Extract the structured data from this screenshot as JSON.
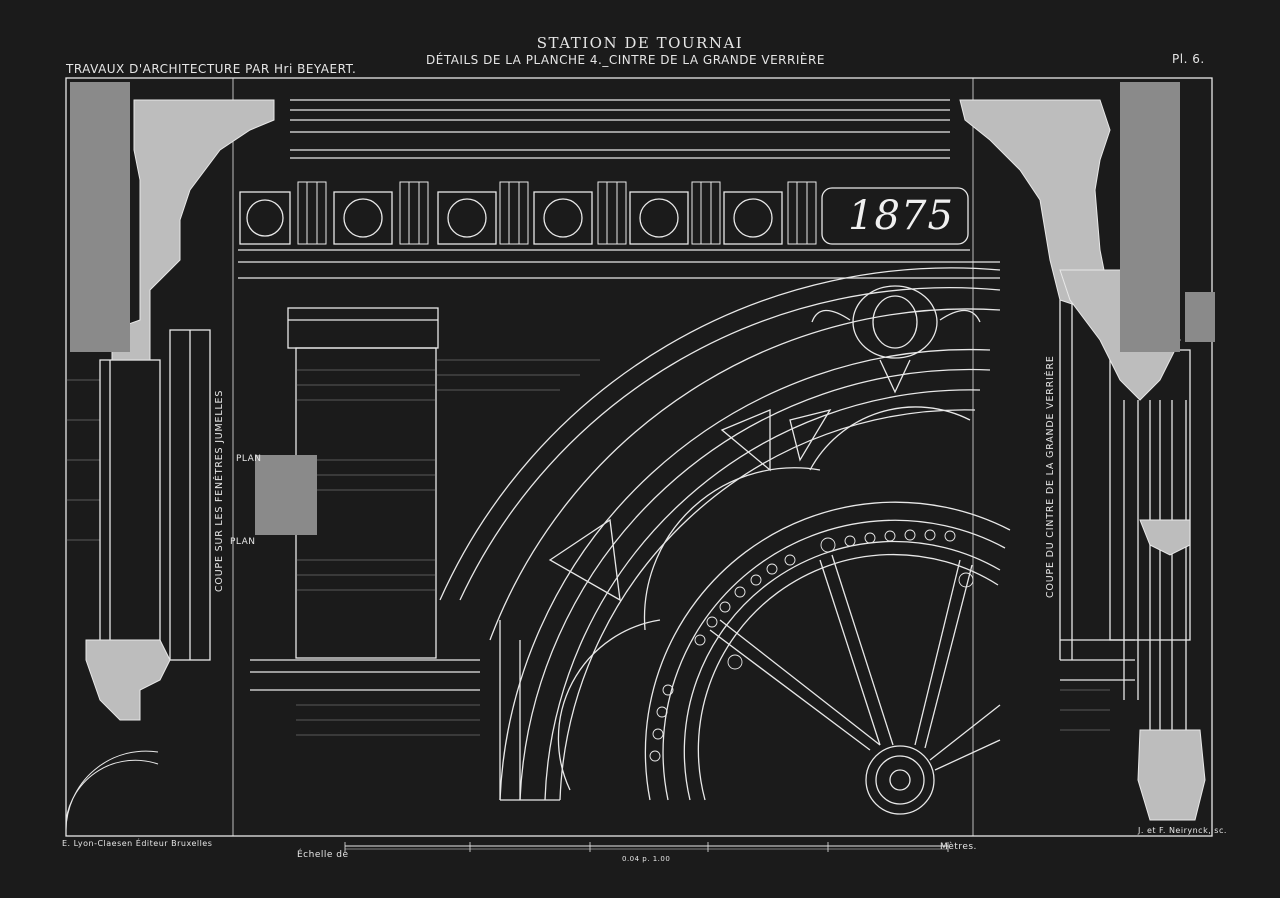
{
  "plate": {
    "title": "STATION DE TOURNAI",
    "left_heading": "TRAVAUX D'ARCHITECTURE PAR Hri BEYAERT.",
    "sub_heading": "DÉTAILS DE LA PLANCHE 4._CINTRE DE LA GRANDE VERRIÈRE",
    "plate_number": "Pl. 6.",
    "editor": "E. Lyon-Claesen Éditeur Bruxelles",
    "engraver": "J. et F. Neirynck, sc.",
    "scale_label": "Échelle de",
    "scale_unit": "Mètres.",
    "scale_ratio": "0.04 p. 1.00",
    "year_panel": "1875",
    "left_section_label": "COUPE SUR LES FENÊTRES JUMELLES",
    "right_section_label": "COUPE DU CINTRE DE LA GRANDE VERRIÈRE",
    "plan_label": "PLAN",
    "plan_label_2": "PLAN"
  },
  "colors": {
    "background": "#1b1b1b",
    "line": "#e8e8e8",
    "fill_light": "#bdbdbd",
    "fill_mid": "#8a8a8a"
  }
}
